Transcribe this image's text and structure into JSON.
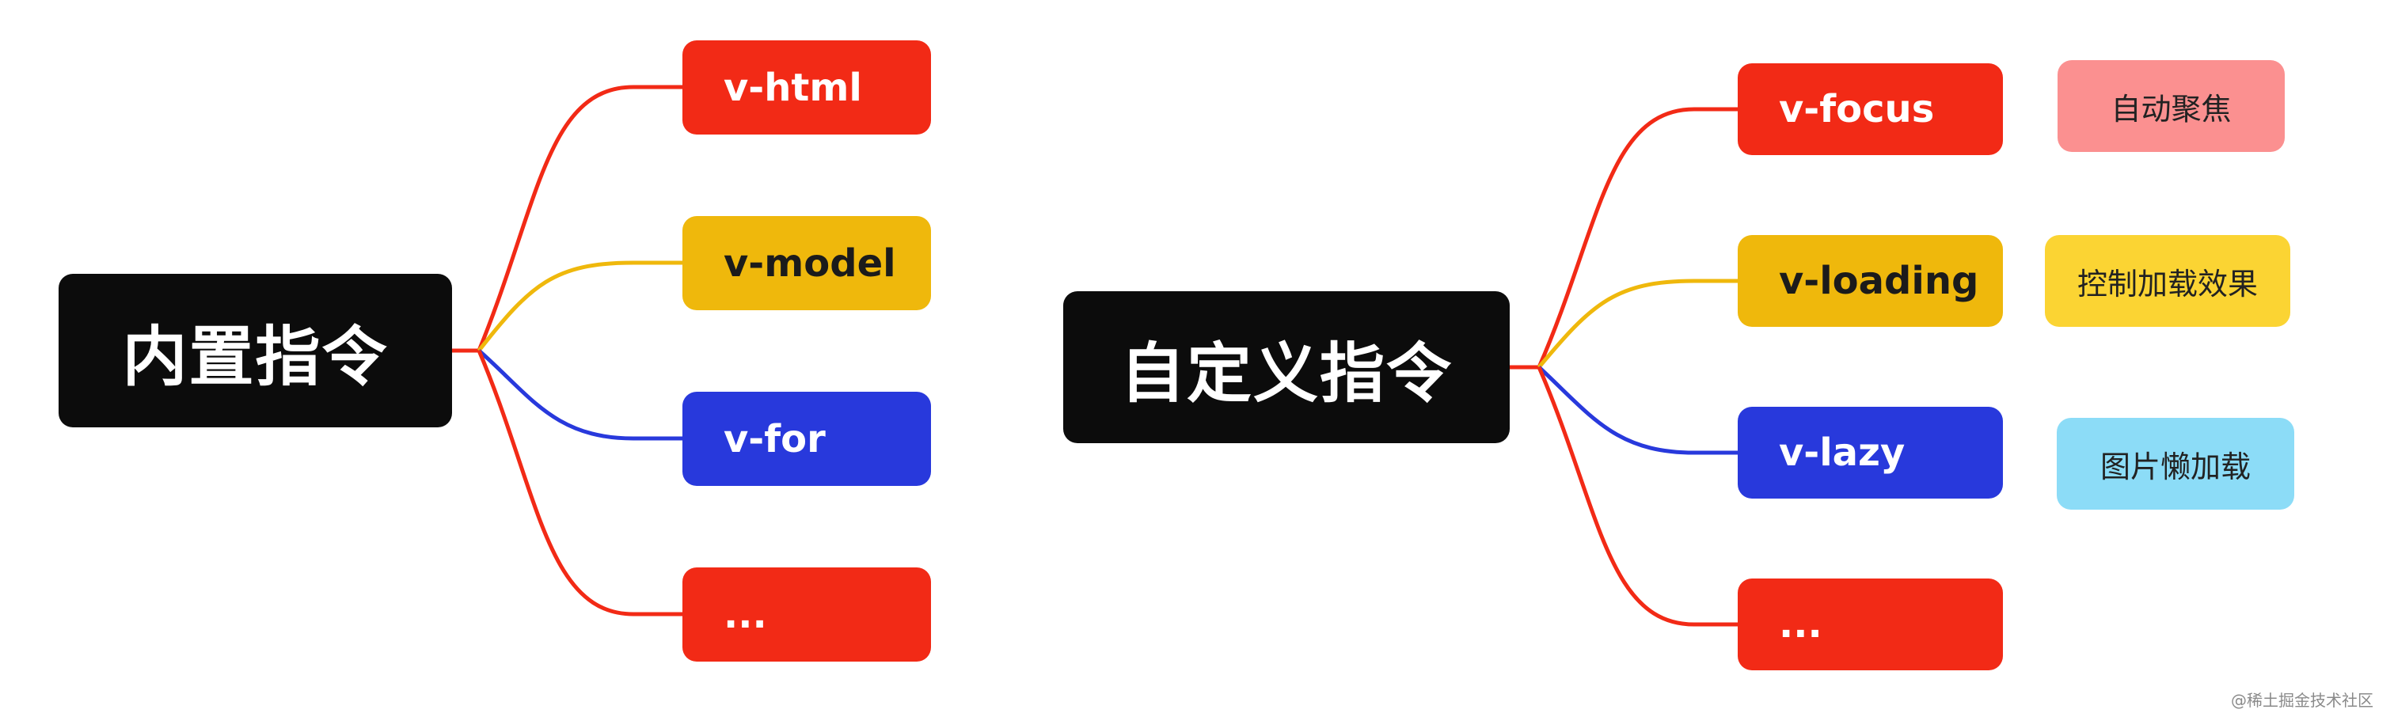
{
  "left_map": {
    "root": "内置指令",
    "children": [
      "v-html",
      "v-model",
      "v-for",
      "..."
    ]
  },
  "right_map": {
    "root": "自定义指令",
    "children": [
      "v-focus",
      "v-loading",
      "v-lazy",
      "..."
    ],
    "notes": [
      "自动聚焦",
      "控制加载效果",
      "图片懒加载"
    ]
  },
  "colors": {
    "red": "#f22a16",
    "yellow": "#efb80c",
    "blue": "#2839dc",
    "root": "#0c0c0c",
    "note_pink": "#fb9090",
    "note_gold": "#fbd433",
    "note_sky": "#8cdcf7"
  },
  "watermark": "@稀土掘金技术社区"
}
